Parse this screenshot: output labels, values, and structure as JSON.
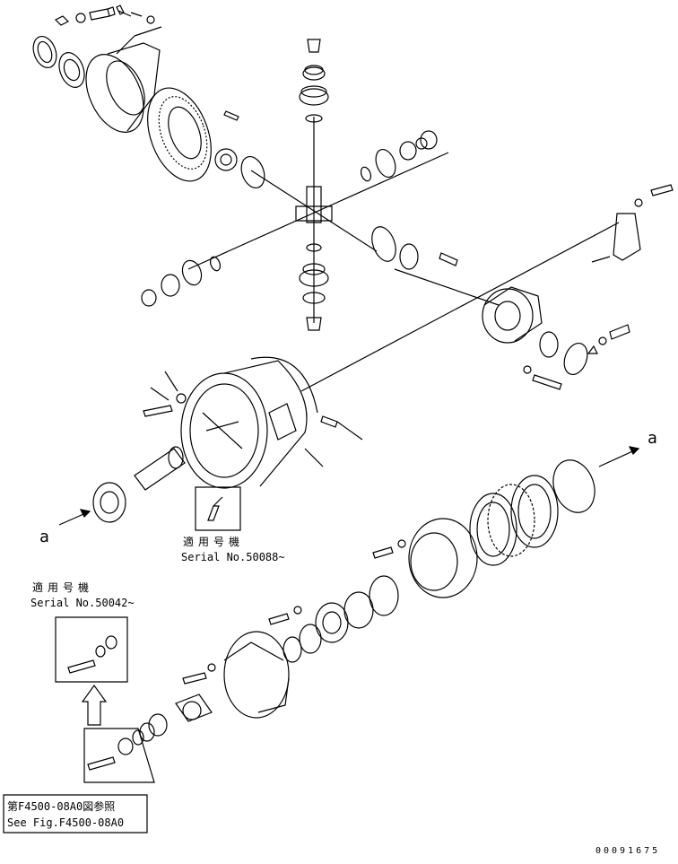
{
  "labels": {
    "serial_top_jp": "適用号機",
    "serial_top_en": "Serial No.50088~",
    "serial_left_jp": "適用号機",
    "serial_left_en": "Serial No.50042~",
    "ref_fig_jp": "第F4500-08A0図参照",
    "ref_fig_en": "See Fig.F4500-08A0",
    "arrow_a_left": "a",
    "arrow_a_right": "a",
    "doc_number": "00091675"
  },
  "colors": {
    "line": "#000000",
    "background": "#ffffff"
  }
}
